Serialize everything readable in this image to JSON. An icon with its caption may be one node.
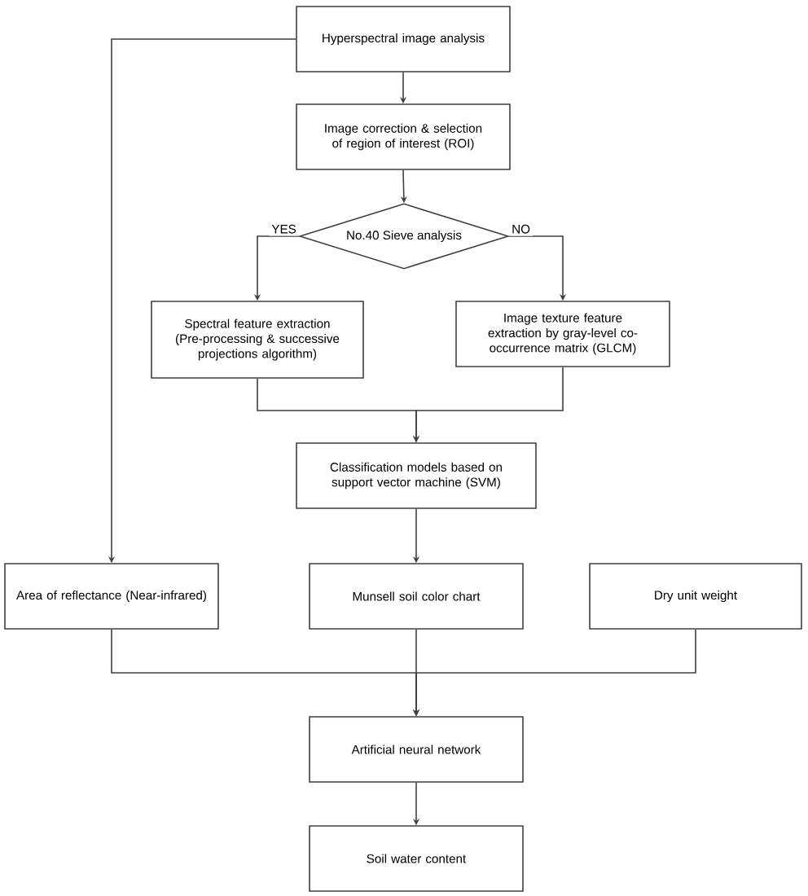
{
  "diagram": {
    "nodes": [
      {
        "text": [
          "Hyperspectral image analysis"
        ]
      },
      {
        "text": [
          "Image correction & selection of region of interest (ROI)"
        ]
      },
      {
        "text": [
          "No.40 Sieve analysis"
        ]
      },
      {
        "text": [
          "Spectral feature extraction (Pre-processing & successive projections algorithm)"
        ]
      },
      {
        "text": [
          "Image texture feature extraction by gray-level co-occurrence matrix (GLCM)"
        ]
      },
      {
        "text": [
          "Classification models based on support vector machine (SVM)"
        ]
      },
      {
        "text": [
          "Area of reflectance (Near-infrared)"
        ]
      },
      {
        "text": [
          "Munsell soil color chart"
        ]
      },
      {
        "text": [
          "Dry unit weight"
        ]
      },
      {
        "text": [
          "Artificial neural network"
        ]
      },
      {
        "text": [
          "Soil water content"
        ]
      }
    ],
    "edges": [
      {
        "from": 0,
        "to": 1,
        "arrow": "to"
      },
      {
        "from": 1,
        "to": 2,
        "arrow": "to"
      },
      {
        "from": 2,
        "to": 3,
        "arrow": "to",
        "label": "YES"
      },
      {
        "from": 2,
        "to": 4,
        "arrow": "to",
        "label": "NO"
      },
      {
        "from": 3,
        "to": 5,
        "arrow": "to"
      },
      {
        "from": 4,
        "to": 5,
        "arrow": "to"
      },
      {
        "from": 5,
        "to": 7,
        "arrow": "to"
      },
      {
        "from": 0,
        "to": 6,
        "arrow": "to"
      },
      {
        "from": 6,
        "to": 9,
        "arrow": "to"
      },
      {
        "from": 7,
        "to": 9,
        "arrow": "to"
      },
      {
        "from": 8,
        "to": 9,
        "arrow": "to"
      },
      {
        "from": 9,
        "to": 10,
        "arrow": "to"
      }
    ]
  }
}
